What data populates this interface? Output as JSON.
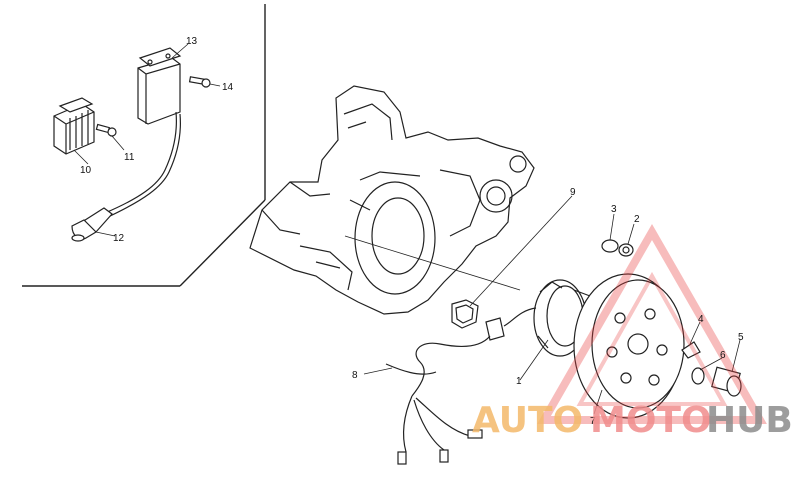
{
  "labels": {
    "p1": "1",
    "p2": "2",
    "p3": "3",
    "p4": "4",
    "p5": "5",
    "p6": "6",
    "p7": "7",
    "p8": "8",
    "p9": "9",
    "p10": "10",
    "p11": "11",
    "p12": "12",
    "p13": "13",
    "p14": "14"
  },
  "watermark": {
    "part1": "AUTO",
    "part2": "MOTO",
    "part3": "HUB"
  },
  "colors": {
    "auto": "#f4b96a",
    "moto": "#f08c8c",
    "hub": "#8c8c8c",
    "triangle": "#e84040"
  }
}
